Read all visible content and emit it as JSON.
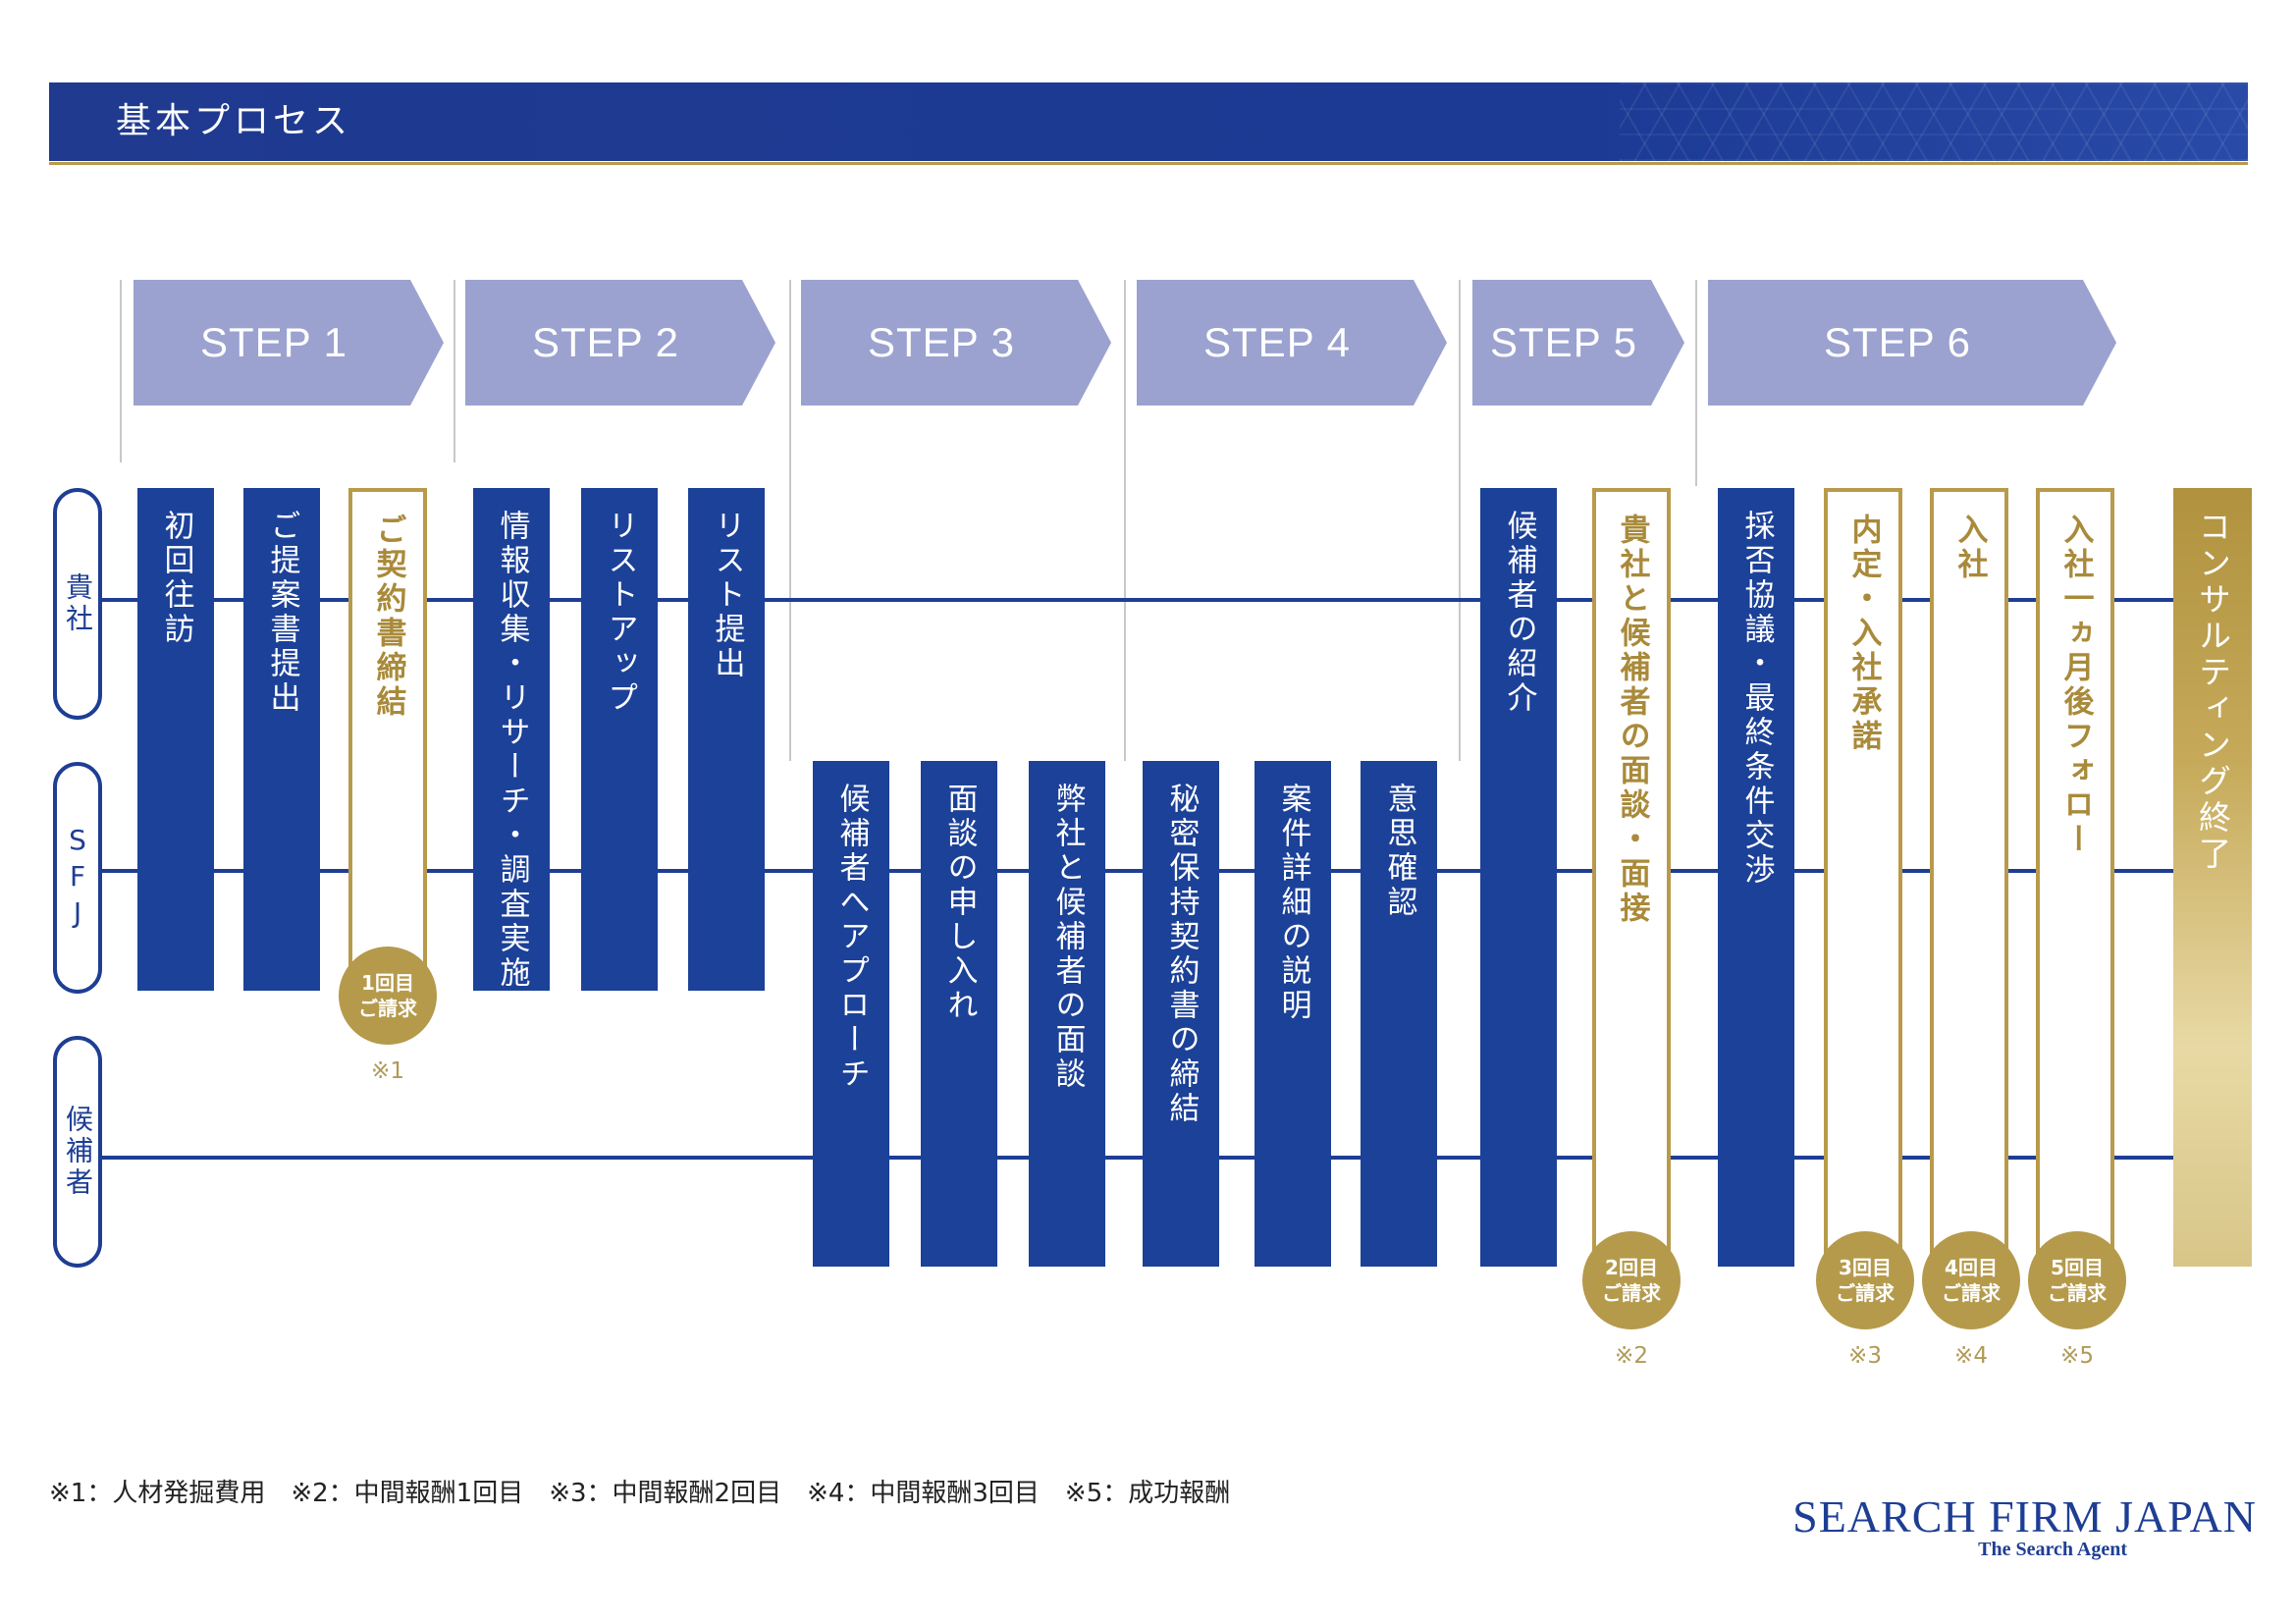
{
  "header": {
    "title": "基本プロセス"
  },
  "steps": [
    "STEP 1",
    "STEP 2",
    "STEP 3",
    "STEP 4",
    "STEP 5",
    "STEP 6"
  ],
  "lanes": [
    "貴社",
    "SFJ",
    "候補者"
  ],
  "tasks": [
    "初回往訪",
    "ご提案書提出",
    "ご契約書締結",
    "情報収集・リサーチ・調査実施",
    "リストアップ",
    "リスト提出",
    "候補者へアプローチ",
    "面談の申し入れ",
    "弊社と候補者の面談",
    "秘密保持契約書の締結",
    "案件詳細の説明",
    "意思確認",
    "候補者の紹介",
    "貴社と候補者の面談・面接",
    "採否協議・最終条件交渉",
    "内定・入社承諾",
    "入社",
    "入社一ヵ月後フォロー",
    "コンサルティング終了"
  ],
  "badges": [
    {
      "line1": "1回目",
      "line2": "ご請求",
      "note": "※1"
    },
    {
      "line1": "2回目",
      "line2": "ご請求",
      "note": "※2"
    },
    {
      "line1": "3回目",
      "line2": "ご請求",
      "note": "※3"
    },
    {
      "line1": "4回目",
      "line2": "ご請求",
      "note": "※4"
    },
    {
      "line1": "5回目",
      "line2": "ご請求",
      "note": "※5"
    }
  ],
  "footnote": "※1：人材発掘費用　※2：中間報酬1回目　※3：中間報酬2回目　※4：中間報酬3回目　※5：成功報酬",
  "brand": {
    "name": "SEARCH FIRM JAPAN",
    "tagline": "The Search Agent"
  },
  "colors": {
    "navy": "#1c4198",
    "gold": "#b89a4a",
    "step": "#9ba2cf"
  }
}
